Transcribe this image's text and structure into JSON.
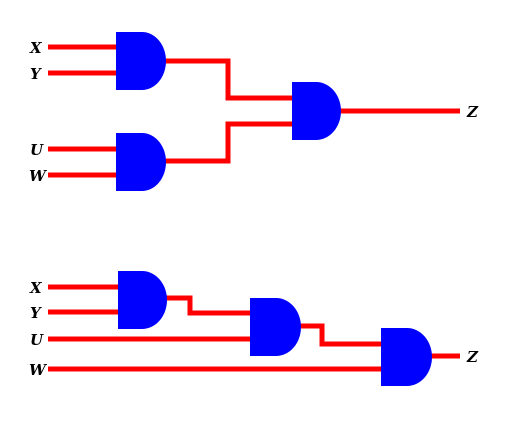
{
  "colors": {
    "wire": "#ff0000",
    "gate": "#0000ff",
    "label": "#000000",
    "background": "#ffffff"
  },
  "gate_type": "AND",
  "circuit_top": {
    "inputs": [
      "X",
      "Y",
      "U",
      "W"
    ],
    "output": "Z"
  },
  "circuit_bottom": {
    "inputs": [
      "X",
      "Y",
      "U",
      "W"
    ],
    "output": "Z"
  }
}
